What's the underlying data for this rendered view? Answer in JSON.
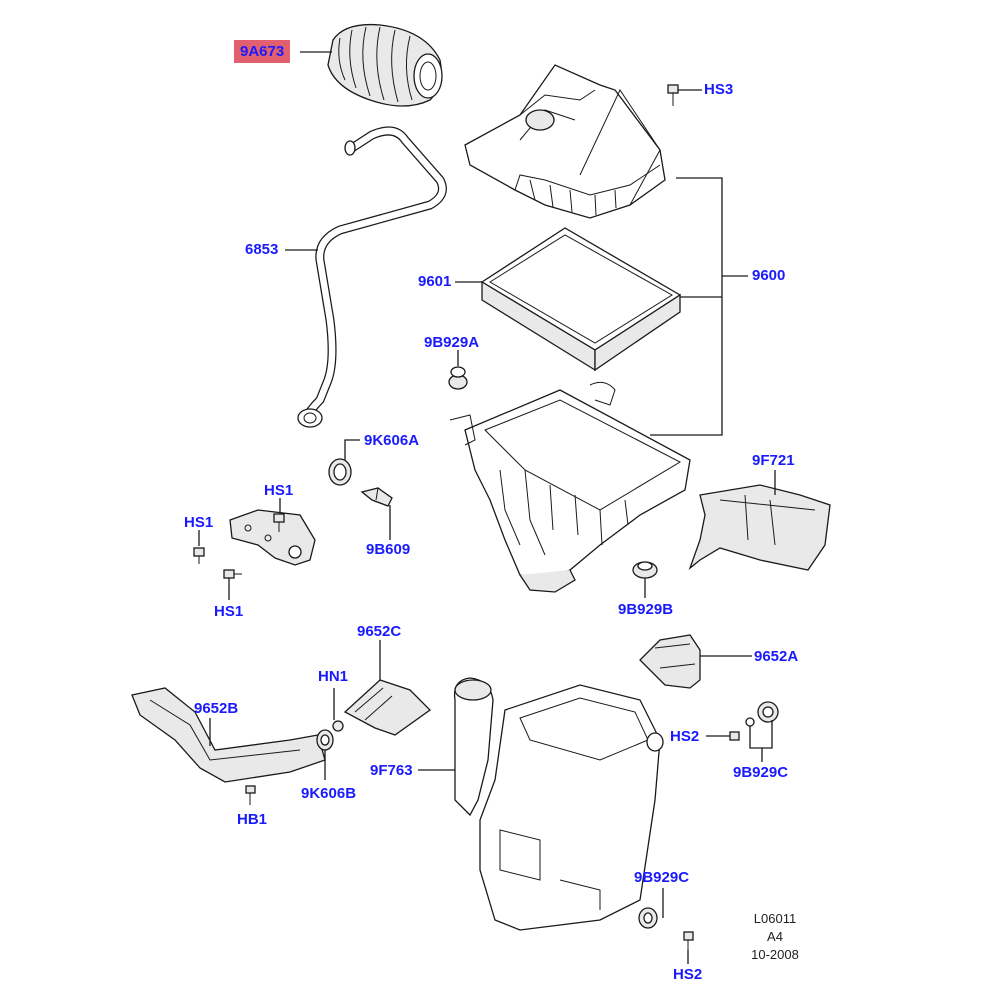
{
  "callouts": {
    "c9A673": "9A673",
    "hs3": "HS3",
    "c6853": "6853",
    "c9601": "9601",
    "c9600": "9600",
    "c9B929A": "9B929A",
    "c9K606A": "9K606A",
    "hs1_top": "HS1",
    "hs1_left": "HS1",
    "hs1_bottom": "HS1",
    "c9B609": "9B609",
    "c9F721": "9F721",
    "c9B929B": "9B929B",
    "c9652C": "9652C",
    "c9652A": "9652A",
    "hn1": "HN1",
    "c9652B": "9652B",
    "hs2_mid": "HS2",
    "c9F763": "9F763",
    "c9K606B": "9K606B",
    "c9B929C_right": "9B929C",
    "hb1": "HB1",
    "c9B929C_bottom": "9B929C",
    "hs2_bottom": "HS2"
  },
  "reference": {
    "line1": "L06011",
    "line2": "A4",
    "line3": "10-2008"
  },
  "colors": {
    "callout_text": "#1a1aff",
    "highlight": "#e06070",
    "line": "#1a1a1a"
  }
}
